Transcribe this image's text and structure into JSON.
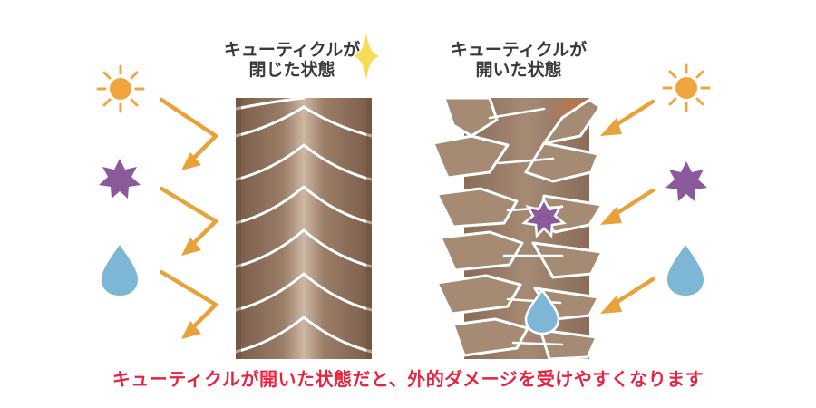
{
  "labels": {
    "closed_line1": "キューティクルが",
    "closed_line2": "閉じた状態",
    "open_line1": "キューティクルが",
    "open_line2": "開いた状態"
  },
  "caption": "キューティクルが開いた状態だと、外的ダメージを受けやすくなります",
  "colors": {
    "hair_dark": "#8d6e58",
    "hair_light": "#c9b09a",
    "arrow": "#e8a23a",
    "sun": "#f0a53e",
    "burst": "#8b5a9b",
    "drop": "#7eb6d6",
    "caption": "#e8233f",
    "sparkle": "#f5d63a"
  },
  "icons": [
    "sun-icon",
    "uv-burst-icon",
    "water-drop-icon",
    "sparkle-icon"
  ]
}
